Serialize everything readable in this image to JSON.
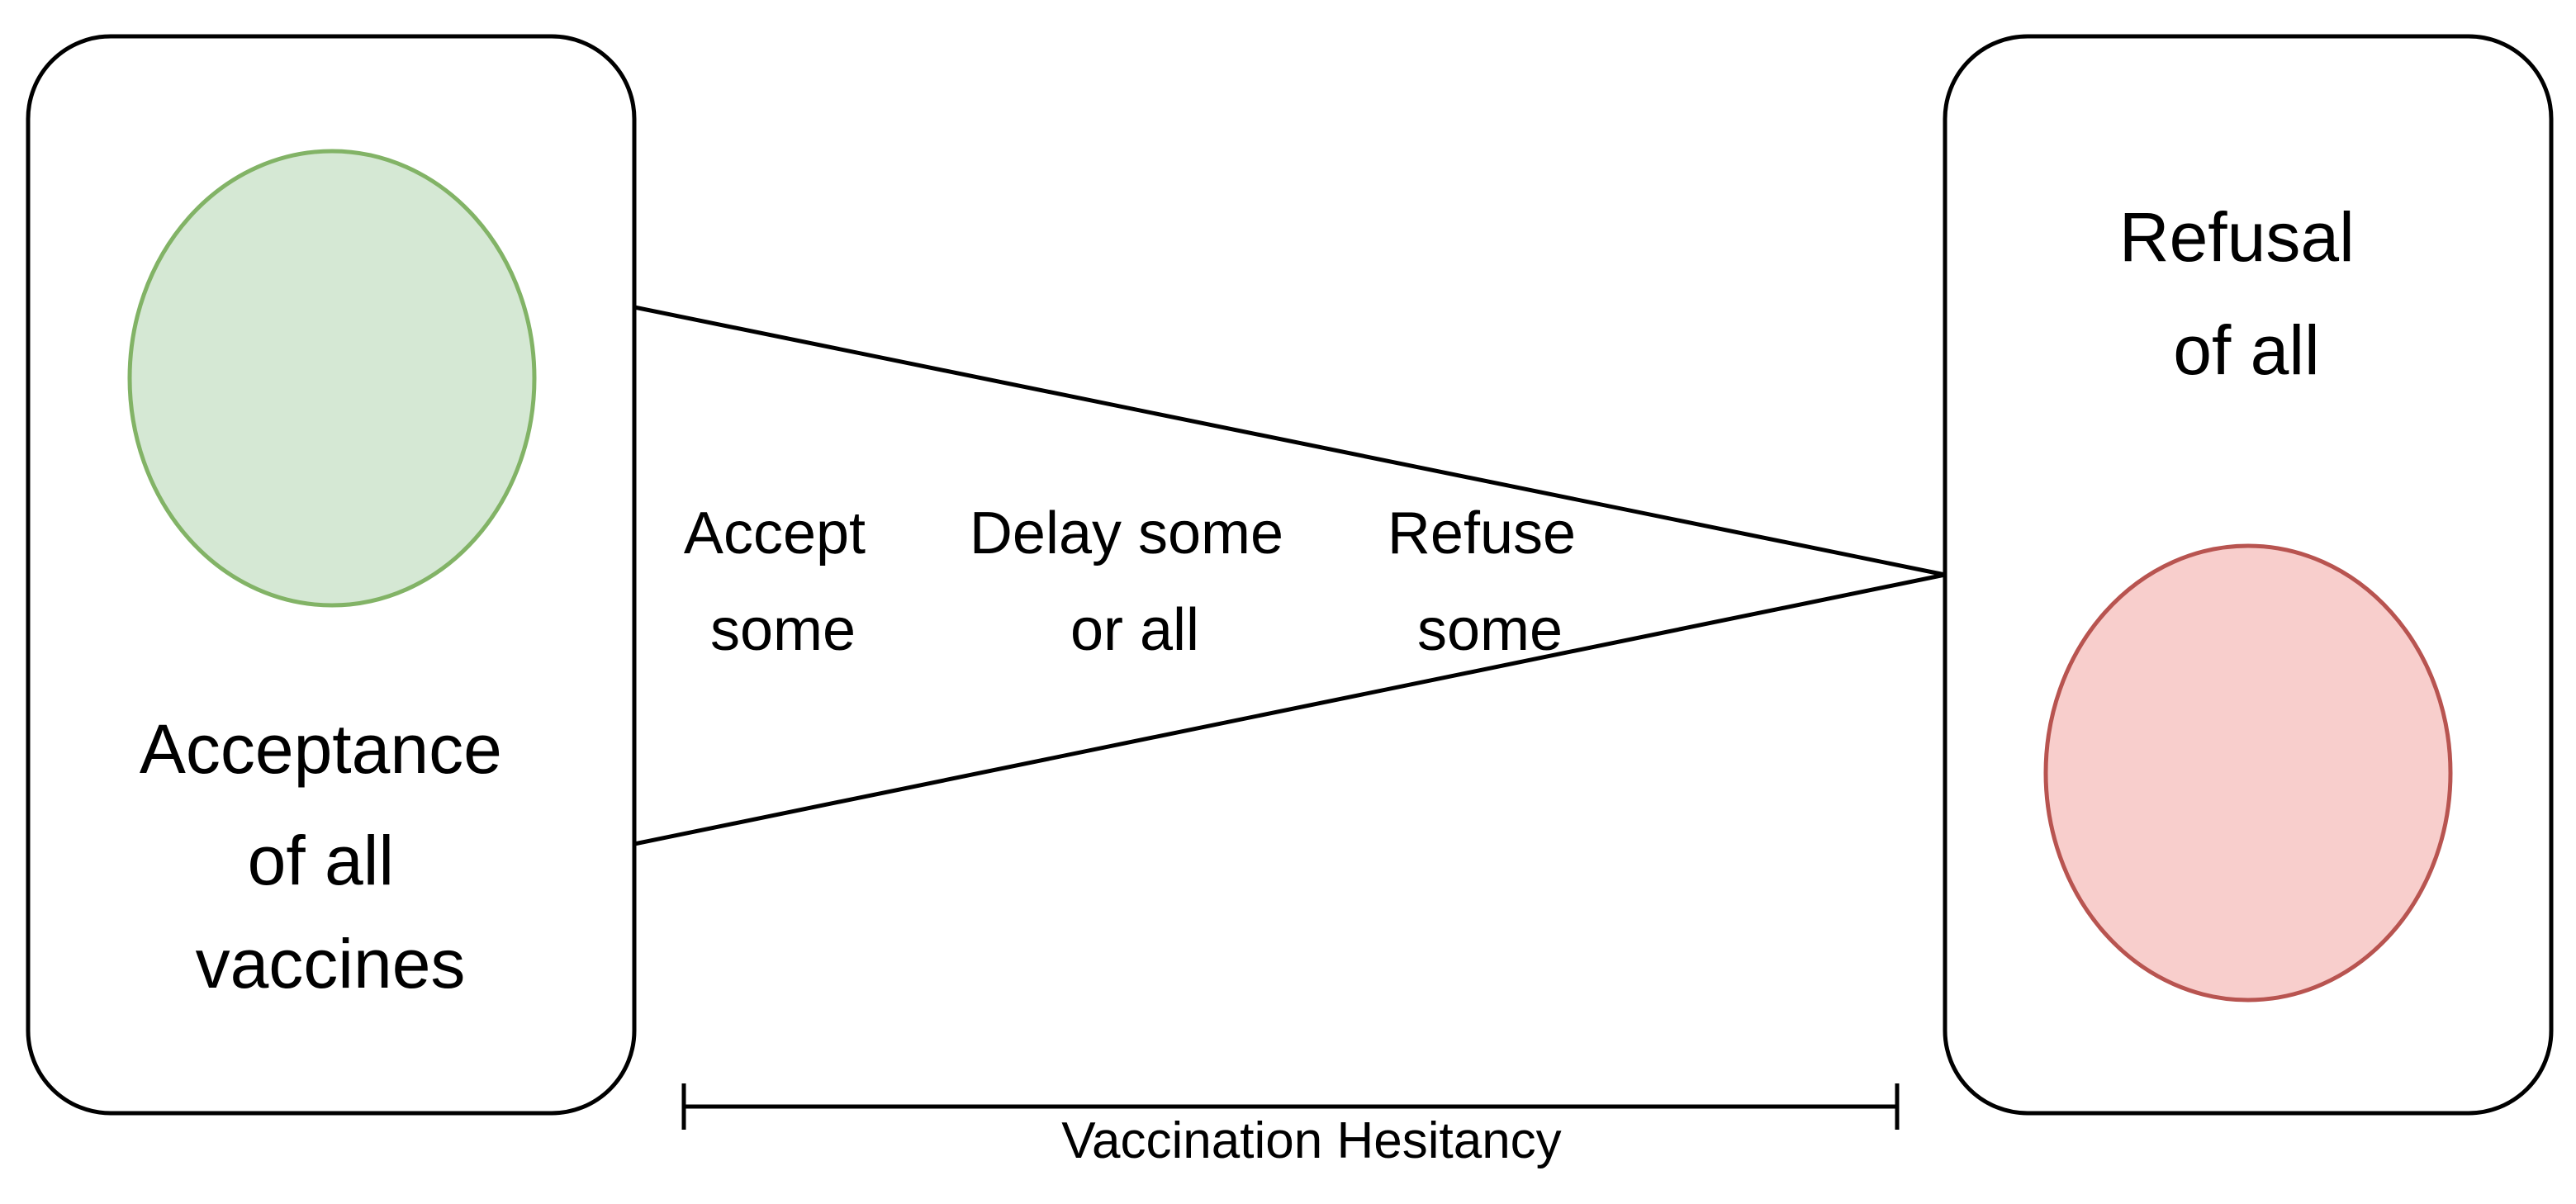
{
  "left_box": {
    "label_lines": [
      "Acceptance",
      "of all",
      "vaccines"
    ],
    "circle_fill": "#d5e8d4",
    "circle_stroke": "#82b366"
  },
  "right_box": {
    "label_lines": [
      "Refusal",
      "of all"
    ],
    "circle_fill": "#f8cecc",
    "circle_stroke": "#b85450"
  },
  "spectrum": {
    "accept": [
      "Accept",
      "some"
    ],
    "delay": [
      "Delay some",
      "or all"
    ],
    "refuse": [
      "Refuse",
      "some"
    ]
  },
  "scale": {
    "label": "Vaccination Hesitancy"
  }
}
